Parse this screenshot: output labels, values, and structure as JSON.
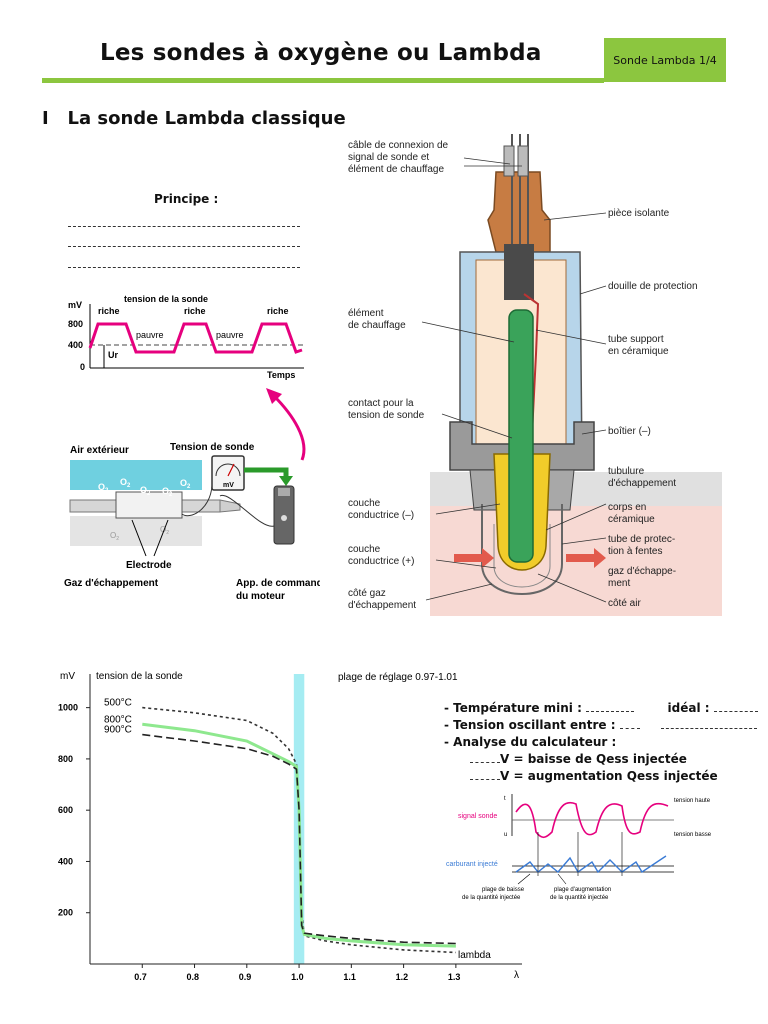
{
  "header": {
    "title": "Les sondes à oxygène ou Lambda",
    "tag": "Sonde Lambda 1/4",
    "accent_color": "#8cc63f"
  },
  "section": {
    "number": "I",
    "title": "La sonde Lambda classique"
  },
  "principe": {
    "label": "Principe :"
  },
  "signal_graph": {
    "y_unit": "mV",
    "title": "tension de la sonde",
    "y_ticks": [
      "800",
      "400",
      "0"
    ],
    "x_label": "Temps",
    "labels": [
      "riche",
      "riche",
      "riche",
      "pauvre",
      "pauvre"
    ],
    "ur_label": "Ur",
    "curve_color": "#e6007e"
  },
  "schematic": {
    "air_label": "Air extérieur",
    "voltage_label": "Tension de sonde",
    "meter_unit": "mV",
    "electrode_label": "Electrode",
    "exhaust_label": "Gaz d'échappement",
    "ecu_label_1": "App. de commande",
    "ecu_label_2": "du moteur",
    "o2": "O",
    "o2_sub": "2"
  },
  "cutaway": {
    "labels_left": [
      [
        "câble de connexion de",
        "signal de sonde et",
        "élément de chauffage"
      ],
      [
        "élément",
        "de chauffage"
      ],
      [
        "contact pour la",
        "tension de sonde"
      ],
      [
        "couche",
        "conductrice (–)"
      ],
      [
        "couche",
        "conductrice (+)"
      ],
      [
        "côté gaz",
        "d'échappement"
      ]
    ],
    "labels_right": [
      [
        "pièce isolante"
      ],
      [
        "douille de protection"
      ],
      [
        "tube support",
        "en céramique"
      ],
      [
        "boîtier (–)"
      ],
      [
        "tubulure",
        "d'échappement"
      ],
      [
        "corps en",
        "céramique"
      ],
      [
        "tube de protec-",
        "tion à fentes"
      ],
      [
        "gaz d'échappe-",
        "ment"
      ],
      [
        "côté air"
      ]
    ]
  },
  "chart_data": {
    "type": "line",
    "y_unit": "mV",
    "title": "tension de la sonde",
    "band_label": "plage de réglage 0.97-1.01",
    "band": [
      0.99,
      1.01
    ],
    "xlabel": "lambda",
    "x_symbol": "λ",
    "xlim": [
      0.6,
      1.35
    ],
    "ylim": [
      0,
      1100
    ],
    "x_ticks": [
      "0.7",
      "0.8",
      "0.9",
      "1.0",
      "1.1",
      "1.2",
      "1.3"
    ],
    "y_ticks": [
      "1000",
      "800",
      "600",
      "400",
      "200"
    ],
    "x_tick_values": [
      0.7,
      0.8,
      0.9,
      1.0,
      1.1,
      1.2,
      1.3
    ],
    "y_tick_values": [
      1000,
      800,
      600,
      400,
      200
    ],
    "series": [
      {
        "name": "500°C",
        "color": "#333333",
        "dash": "3,3",
        "x": [
          0.7,
          0.8,
          0.9,
          0.95,
          0.98,
          0.995,
          1.0,
          1.005,
          1.01,
          1.05,
          1.1,
          1.2,
          1.3
        ],
        "y": [
          1000,
          980,
          950,
          900,
          840,
          780,
          600,
          200,
          110,
          90,
          75,
          55,
          45
        ]
      },
      {
        "name": "800°C",
        "color": "#8ee88e",
        "dash": "",
        "x": [
          0.7,
          0.8,
          0.9,
          0.95,
          0.98,
          0.995,
          1.0,
          1.005,
          1.01,
          1.05,
          1.1,
          1.2,
          1.3
        ],
        "y": [
          935,
          910,
          870,
          820,
          790,
          770,
          600,
          150,
          115,
          100,
          90,
          75,
          70
        ]
      },
      {
        "name": "900°C",
        "color": "#222222",
        "dash": "8,4",
        "x": [
          0.7,
          0.8,
          0.9,
          0.95,
          0.98,
          0.995,
          1.0,
          1.005,
          1.01,
          1.05,
          1.1,
          1.2,
          1.3
        ],
        "y": [
          895,
          870,
          840,
          810,
          780,
          760,
          600,
          150,
          120,
          110,
          100,
          85,
          80
        ]
      }
    ]
  },
  "info": {
    "temp_label": "- Température mini :",
    "ideal_label": "idéal :",
    "tension_label": "- Tension oscillant entre :",
    "analyse_label": "- Analyse du calculateur :",
    "baisse_v": "V",
    "baisse_text": "= baisse de Qess injectée",
    "aug_v": "V",
    "aug_text": "= augmentation Qess injectée"
  },
  "mini_chart": {
    "signal_label": "signal sonde",
    "tension_haute": "tension haute",
    "tension_basse": "tension basse",
    "carburant_label": "carburant injecté",
    "plage_baisse": [
      "plage de baisse",
      "de la quantité injectée"
    ],
    "plage_aug": [
      "plage d'augmentation",
      "de la quantité injectée"
    ],
    "u_label": "u",
    "t_label": "t",
    "signal_color": "#e6007e",
    "fuel_color": "#3a7bd5"
  }
}
